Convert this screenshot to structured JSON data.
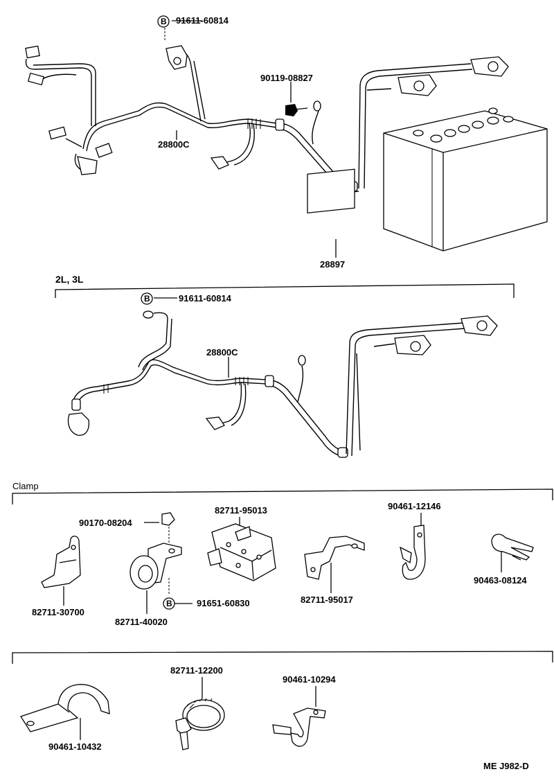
{
  "sections": {
    "variant": "2L, 3L",
    "clamp": "Clamp"
  },
  "parts": {
    "p91611_top": "91611-60814",
    "p90119": "90119-08827",
    "p28800c_top": "28800C",
    "p28897": "28897",
    "p91611_mid": "91611-60814",
    "p28800c_mid": "28800C",
    "p90170": "90170-08204",
    "p82711_95013": "82711-95013",
    "p90461_12146": "90461-12146",
    "p82711_30700": "82711-30700",
    "p82711_40020": "82711-40020",
    "p91651": "91651-60830",
    "p82711_95017": "82711-95017",
    "p90463": "90463-08124",
    "p82711_12200": "82711-12200",
    "p90461_10294": "90461-10294",
    "p90461_10432": "90461-10432"
  },
  "markers": {
    "b1": "B",
    "b2": "B",
    "b3": "B"
  },
  "footer": {
    "code": "ME  J982-D"
  }
}
